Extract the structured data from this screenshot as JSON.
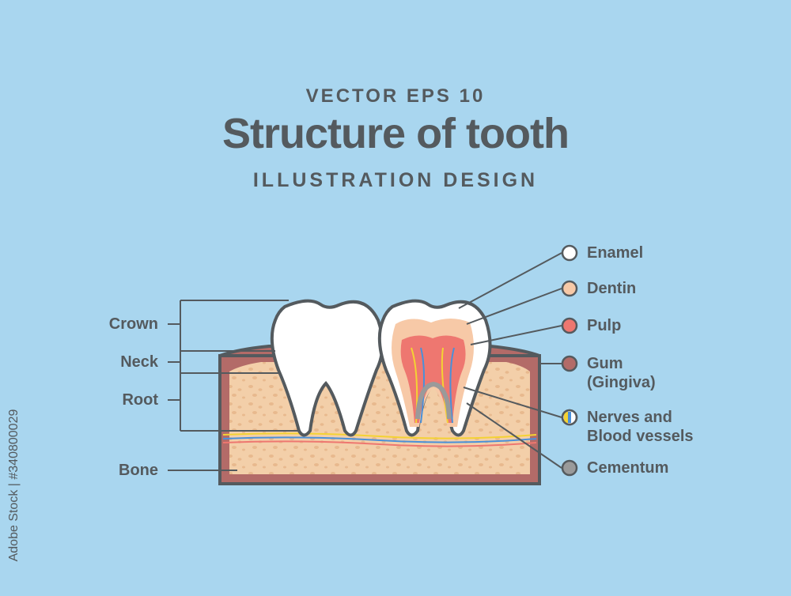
{
  "header": {
    "subtitle_top": "VECTOR EPS 10",
    "title": "Structure of tooth",
    "subtitle_bottom": "ILLUSTRATION DESIGN"
  },
  "left_labels": {
    "crown": "Crown",
    "neck": "Neck",
    "root": "Root",
    "bone": "Bone"
  },
  "right_labels": {
    "enamel": "Enamel",
    "dentin": "Dentin",
    "pulp": "Pulp",
    "gum_line1": "Gum",
    "gum_line2": "(Gingiva)",
    "nerves_line1": "Nerves and",
    "nerves_line2": "Blood vessels",
    "cementum": "Cementum"
  },
  "side_id": "Adobe Stock | #340800029",
  "colors": {
    "background": "#a9d6ef",
    "enamel": "#ffffff",
    "dentin": "#f7c9a7",
    "pulp": "#ee7770",
    "gum": "#b36b68",
    "cementum": "#9a9a9a",
    "bone": "#f3cfa9",
    "outline": "#545a5e",
    "nerve_yellow": "#f4d233",
    "vessel_blue": "#4a90d9"
  }
}
